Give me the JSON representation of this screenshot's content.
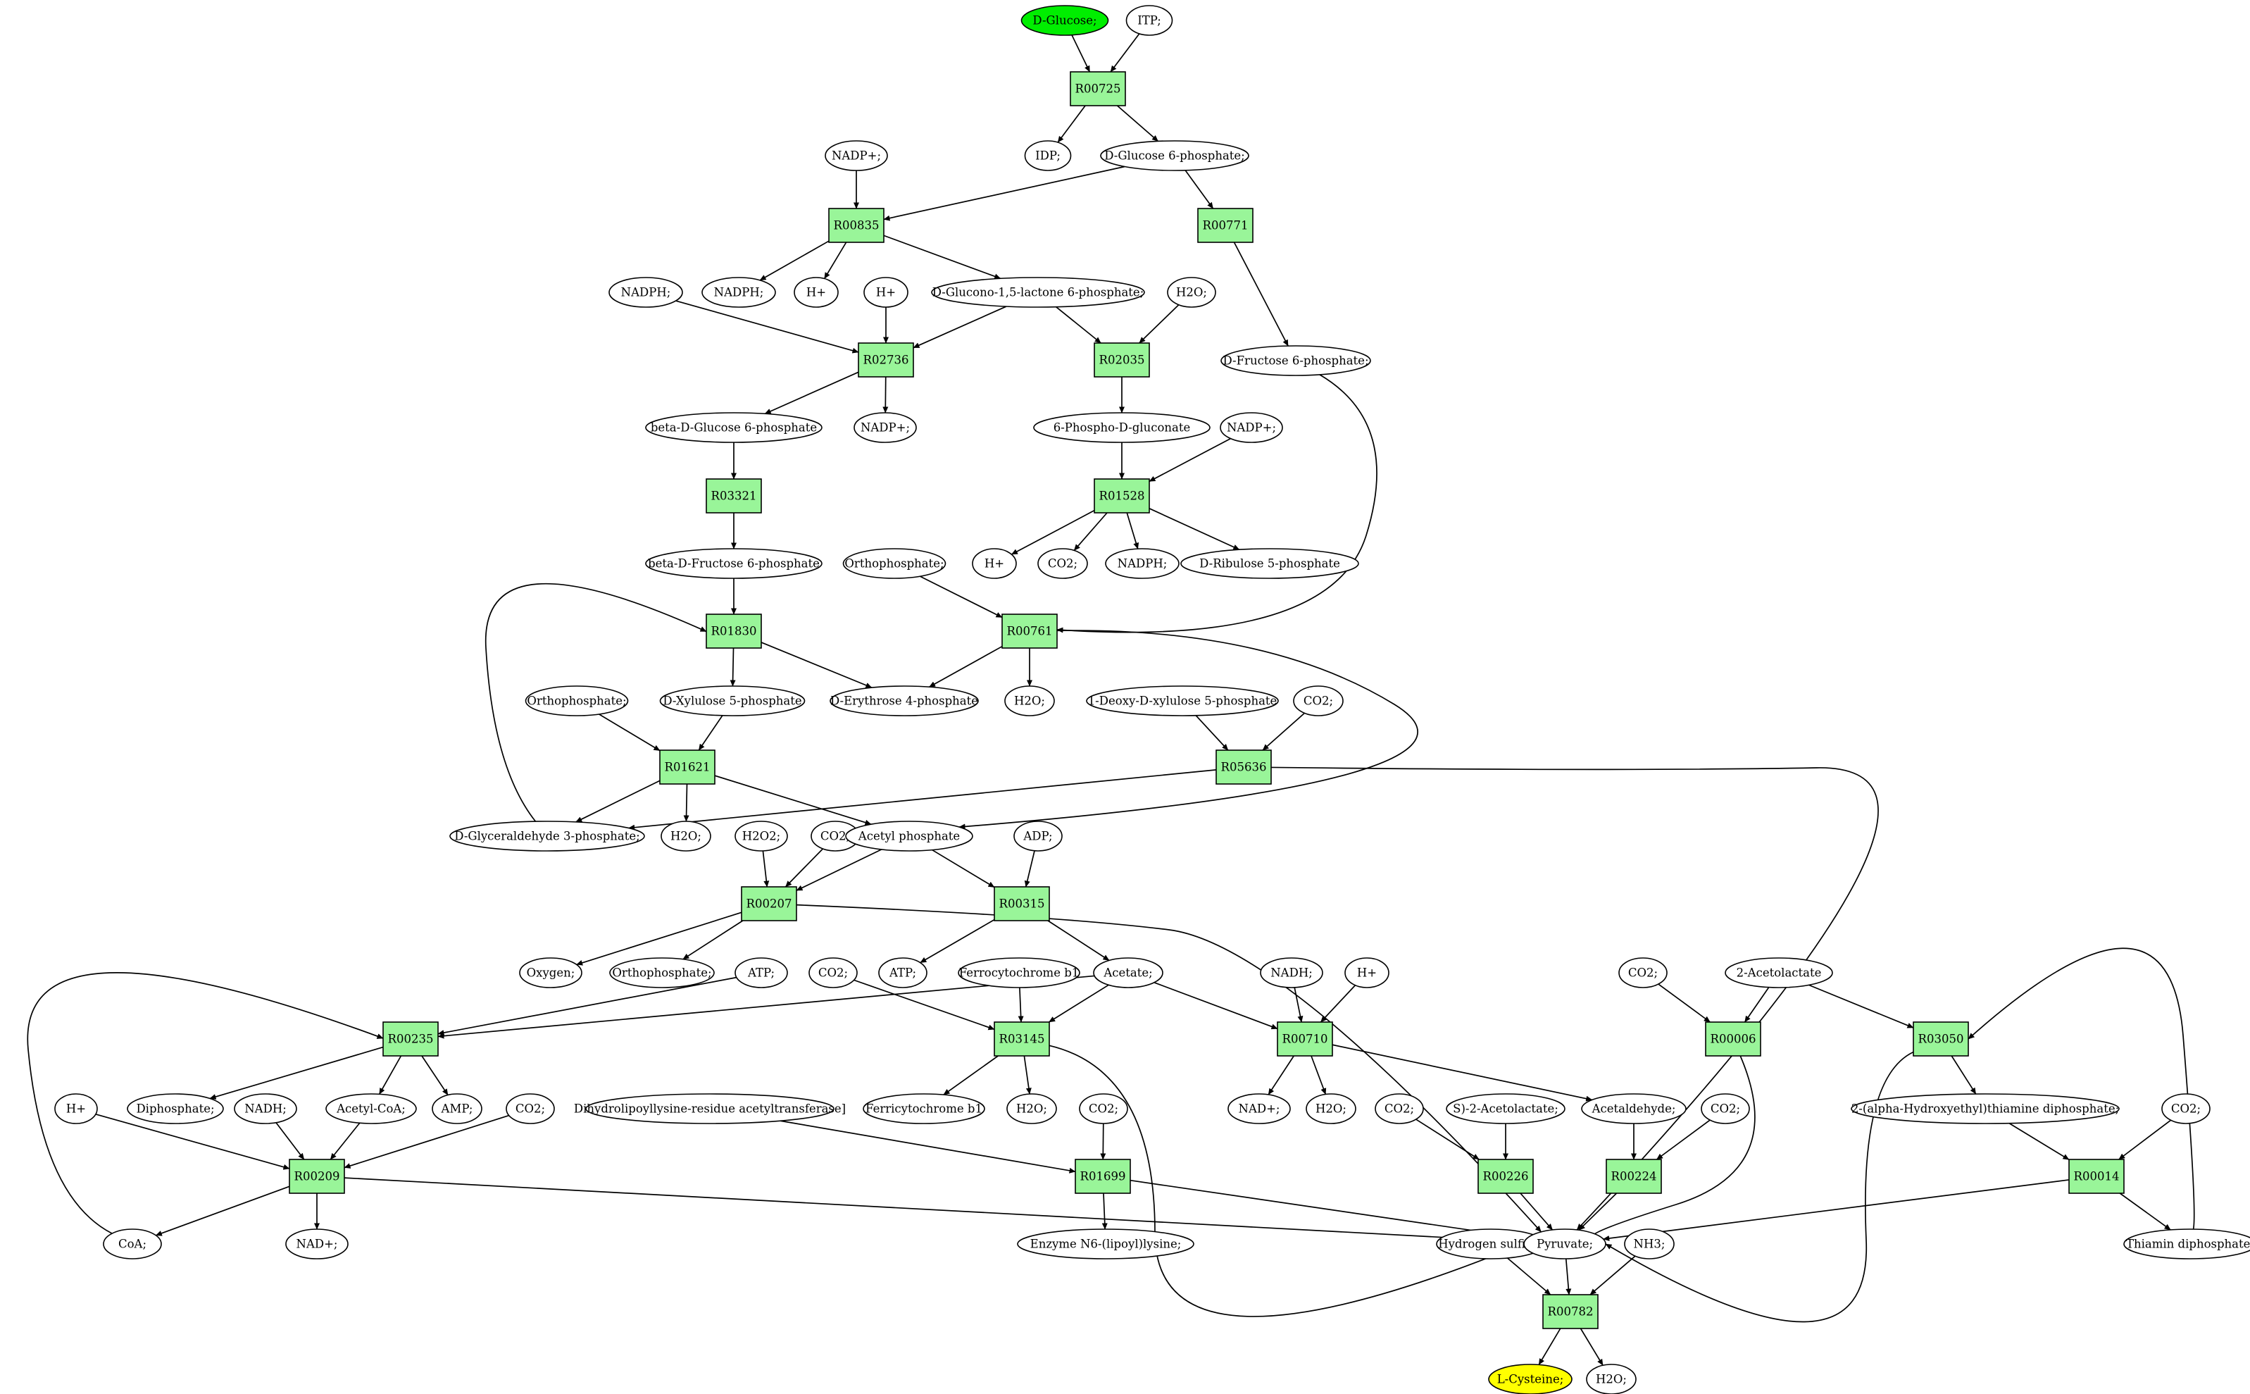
{
  "metabolites": {
    "m_glucose": "D-Glucose;",
    "m_itp": "ITP;",
    "m_idp": "IDP;",
    "m_g6p": "D-Glucose 6-phosphate;",
    "m_nadp_1": "NADP+;",
    "m_nadph_1": "NADPH;",
    "m_nadph_2": "NADPH;",
    "m_h_1": "H+",
    "m_h_2": "H+",
    "m_glucono": "D-Glucono-1,5-lactone 6-phosphate;",
    "m_h2o_1": "H2O;",
    "m_f6p": "D-Fructose 6-phosphate;",
    "m_bg6p": "beta-D-Glucose 6-phosphate",
    "m_nadp_2": "NADP+;",
    "m_6pg": "6-Phospho-D-gluconate",
    "m_nadp_3": "NADP+;",
    "m_bf6p": "beta-D-Fructose 6-phosphate",
    "m_h_3": "H+",
    "m_co2_1": "CO2;",
    "m_nadph_3": "NADPH;",
    "m_ribulose": "D-Ribulose 5-phosphate",
    "m_pi_1": "Orthophosphate;",
    "m_pi_2": "Orthophosphate;",
    "m_xu5p": "D-Xylulose 5-phosphate",
    "m_e4p": "D-Erythrose 4-phosphate",
    "m_h2o_2": "H2O;",
    "m_dxp": "1-Deoxy-D-xylulose 5-phosphate",
    "m_co2_2": "CO2;",
    "m_g3p": "D-Glyceraldehyde 3-phosphate;",
    "m_h2o_3": "H2O;",
    "m_h2o2": "H2O2;",
    "m_co2_3": "CO2;",
    "m_acp": "Acetyl phosphate",
    "m_adp": "ADP;",
    "m_oxygen": "Oxygen;",
    "m_pi_3": "Orthophosphate;",
    "m_atp_1": "ATP;",
    "m_co2_4": "CO2;",
    "m_atp_2": "ATP;",
    "m_ferro": "Ferrocytochrome b1",
    "m_acetate": "Acetate;",
    "m_nadh_1": "NADH;",
    "m_h_4": "H+",
    "m_co2_5": "CO2;",
    "m_acetolactate": "2-Acetolactate",
    "m_h_5": "H+",
    "m_ppi": "Diphosphate;",
    "m_nadh_2": "NADH;",
    "m_acoa": "Acetyl-CoA;",
    "m_amp": "AMP;",
    "m_co2_6": "CO2;",
    "m_dihydro": "Dihydrolipoyllysine-residue acetyltransferase]",
    "m_ferri": "Ferricytochrome b1",
    "m_h2o_4": "H2O;",
    "m_co2_7": "CO2;",
    "m_nad_1": "NAD+;",
    "m_h2o_5": "H2O;",
    "m_co2_8": "CO2;",
    "m_s_acetolactate": "S)-2-Acetolactate;",
    "m_acetaldehyde": "Acetaldehyde;",
    "m_co2_9": "CO2;",
    "m_hethdp": "2-(alpha-Hydroxyethyl)thiamine diphosphate;",
    "m_co2_10": "CO2;",
    "m_coa": "CoA;",
    "m_nad_2": "NAD+;",
    "m_lipoyl": "Enzyme N6-(lipoyl)lysine;",
    "m_h2s": "Hydrogen sulfide;",
    "m_pyruvate": "Pyruvate;",
    "m_nh3": "NH3;",
    "m_thdp": "Thiamin diphosphate;",
    "m_cysteine": "L-Cysteine;",
    "m_h2o_6": "H2O;"
  },
  "reactions": {
    "r_r00725": "R00725",
    "r_r00835": "R00835",
    "r_r00771": "R00771",
    "r_r02736": "R02736",
    "r_r02035": "R02035",
    "r_r03321": "R03321",
    "r_r01528": "R01528",
    "r_r01830": "R01830",
    "r_r00761": "R00761",
    "r_r01621": "R01621",
    "r_r05636": "R05636",
    "r_r00207": "R00207",
    "r_r00315": "R00315",
    "r_r00235": "R00235",
    "r_r03145": "R03145",
    "r_r00710": "R00710",
    "r_r00006": "R00006",
    "r_r03050": "R03050",
    "r_r00209": "R00209",
    "r_r01699": "R01699",
    "r_r00226": "R00226",
    "r_r00224": "R00224",
    "r_r00014": "R00014",
    "r_r00782": "R00782"
  },
  "colors": {
    "start_metabolite": "#00ee00",
    "end_metabolite": "#ffff00",
    "reaction": "#99f599",
    "metabolite": "#ffffff"
  }
}
